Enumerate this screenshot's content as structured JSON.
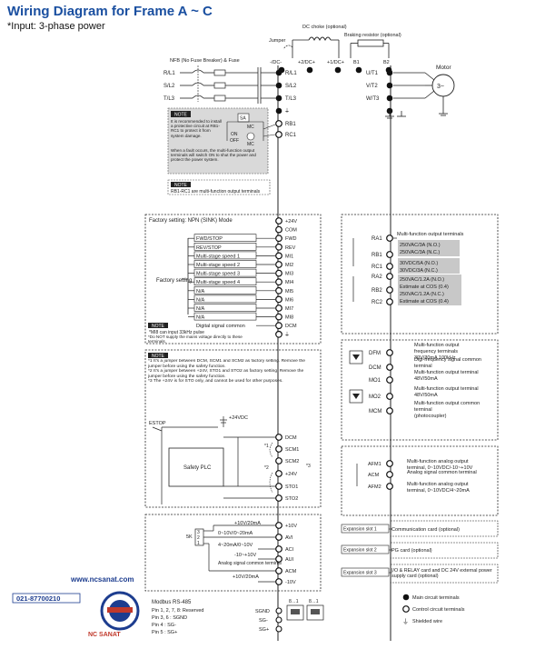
{
  "header": {
    "title": "Wiring Diagram for Frame A ~ C",
    "subtitle": "*Input: 3-phase power"
  },
  "power_section": {
    "dc_choke_label": "DC choke (optional)",
    "jumper_label": "Jumper",
    "braking_resistor_label": "Braking resistor (optional)",
    "nfb_label": "NFB (No Fuse Breaker) & Fuse",
    "dc_terminals": [
      "-/DC-",
      "+2/DC+",
      "+1/DC+",
      "B1",
      "B2"
    ],
    "input_lines": [
      "R/L1",
      "S/L2",
      "T/L3"
    ],
    "input_terminals": [
      "R/L1",
      "S/L2",
      "T/L3"
    ],
    "output_terminals": [
      "U/T1",
      "V/T2",
      "W/T3"
    ],
    "motor_label": "Motor",
    "motor_symbol": "3~",
    "relay_terminals": [
      "RB1",
      "RC1"
    ],
    "note_tag": "NOTE",
    "note_text_1": "It is recommended to install a protective circuit at RB1-RC1 to protect it from system damage.",
    "note_text_2": "When a fault occurs, the multi-function output terminals will switch ON to shut the power and protect the power system.",
    "relay_labels": [
      "SA",
      "MC",
      "ON",
      "OFF",
      "MC"
    ],
    "note2_text": "RB1-RC1 are multi-function output terminals"
  },
  "digital_input": {
    "factory_setting_mode": "Factory setting: NPN (SINK) Mode",
    "factory_setting_label": "Factory setting",
    "functions": [
      "FWD/STOP",
      "REV/STOP",
      "Multi-stage speed 1",
      "Multi-stage speed 2",
      "Multi-stage speed 3",
      "Multi-stage speed 4",
      "N/A",
      "N/A",
      "N/A",
      "N/A",
      "Digital signal common"
    ],
    "terminals": [
      "+24V",
      "COM",
      "FWD",
      "REV",
      "MI1",
      "MI2",
      "MI3",
      "MI4",
      "MI5",
      "MI6",
      "MI7",
      "MI8",
      "DCM"
    ],
    "note_tag": "NOTE",
    "note_lines": [
      "*MI8 can input 33kHz pulse",
      "*Do NOT supply the mains voltage directly to these terminals."
    ]
  },
  "safety_section": {
    "note_tag": "NOTE",
    "notes": [
      "*1 It's a jumper between DCM, SCM1 and SCM2 as factory setting. Remove the jumper before using the safety function.",
      "*2 It's a jumper between +24V, STO1 and STO2 as factory setting. Remove the jumper before using the safety function.",
      "*3 The +24V is for STO only, and cannot be used for other purposes."
    ],
    "estop_label": "ESTOP",
    "supply_label": "+24VDC",
    "plc_label": "Safety PLC",
    "markers": [
      "*1",
      "*2",
      "*3"
    ],
    "terminals": [
      "DCM",
      "SCM1",
      "SCM2",
      "+24V",
      "STO1",
      "STO2"
    ]
  },
  "analog_input": {
    "labels": [
      "+10V/20mA",
      "0~10V/0~20mA",
      "4~20mA/0~10V",
      "-10~+10V",
      "Analog signal common terminal",
      "+10V/20mA"
    ],
    "pot_label": "5K",
    "pot_pins": [
      "3",
      "2",
      "1"
    ],
    "terminals": [
      "+10V",
      "AVI",
      "ACI",
      "AUI",
      "ACM",
      "-10V"
    ]
  },
  "relay_outputs": {
    "header": "Multi-function output terminals",
    "terminals": [
      "RA1",
      "RB1",
      "RC1",
      "RA2",
      "RB2",
      "RC2"
    ],
    "ratings_1": [
      "250VAC/3A (N.O.)",
      "250VAC/3A (N.C.)"
    ],
    "ratings_2": [
      "30VDC/5A (N.O.)",
      "30VDC/3A (N.C.)"
    ],
    "ratings_3": [
      "250VAC/1.2A (N.O.)",
      "Estimate at COS (0.4)",
      "250VAC/1.2A (N.C.)",
      "Estimate at COS (0.4)"
    ]
  },
  "digital_output": {
    "terminals": [
      "DFM",
      "DCM",
      "MO1",
      "MO2",
      "MCM"
    ],
    "descriptions": [
      [
        "Multi-function output",
        "frequency terminals",
        "30V/30mA 100kHz"
      ],
      [
        "Digi-frequency signal common",
        "terminal"
      ],
      [
        "Multi-function output terminal",
        "48V/50mA"
      ],
      [
        "Multi-function output terminal",
        "48V/50mA"
      ],
      [
        "Multi-function output common",
        "terminal",
        "(photocoupler)"
      ]
    ]
  },
  "analog_output": {
    "terminals": [
      "AFM1",
      "ACM",
      "AFM2"
    ],
    "descriptions": [
      [
        "Multi-function analog output",
        "terminal, 0~10VDC/-10~+10V"
      ],
      [
        "Analog signal common terminal"
      ],
      [
        "Multi-function analog output",
        "terminal, 0~10VDC/4~20mA"
      ]
    ]
  },
  "expansion": {
    "slots": [
      "Expansion slot 1",
      "Expansion slot 2",
      "Expansion slot 3"
    ],
    "descriptions": [
      "Communication card (optional)",
      "PG card (optional)",
      "I/O & RELAY card and DC 24V external power supply card (optional)"
    ]
  },
  "legend": {
    "items": [
      "Main circuit terminals",
      "Control circuit terminals",
      "Shielded wire"
    ]
  },
  "modbus": {
    "title": "Modbus RS-485",
    "pins": [
      "Pin 1, 2, 7, 8: Reserved",
      "Pin 3, 6 : SGND",
      "Pin 4 : SG-",
      "Pin 5 : SG+"
    ],
    "terminals": [
      "SGND",
      "SG-",
      "SG+"
    ],
    "port_pins": [
      "8…1",
      "8…1"
    ]
  },
  "watermark": {
    "url": "www.ncsanat.com",
    "phone": "021-87700210",
    "brand": "NC SANAT"
  },
  "colors": {
    "title": "#1a4fa0",
    "note_box": "#d9d9d9",
    "rating_box": "#c8c8c8",
    "watermark": "#1d3d8f",
    "watermark_red": "#c0392b"
  }
}
